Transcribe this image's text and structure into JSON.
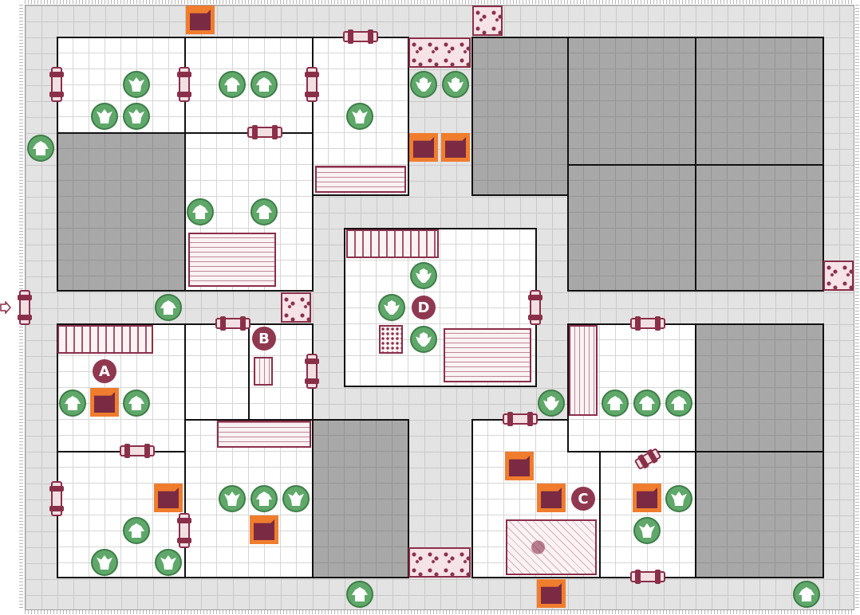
{
  "markers": [
    "A",
    "B",
    "C",
    "D"
  ],
  "colors": {
    "room_floor": "#ffffff",
    "corridor": "#e3e3e3",
    "solid_rock": "#a8a8a8",
    "door_outline": "#8a2f4a",
    "trap": "#f07d2e",
    "monster": "#5fa86a",
    "marker": "#8f3850"
  },
  "icons": {
    "monster": [
      "goblin-icon",
      "orc-icon",
      "fimir-icon",
      "chaos-warrior-icon"
    ],
    "trap": "pit-trap-icon",
    "door": "door-icon",
    "blocked": "falling-rock-icon",
    "entry": "entry-arrow-icon"
  }
}
